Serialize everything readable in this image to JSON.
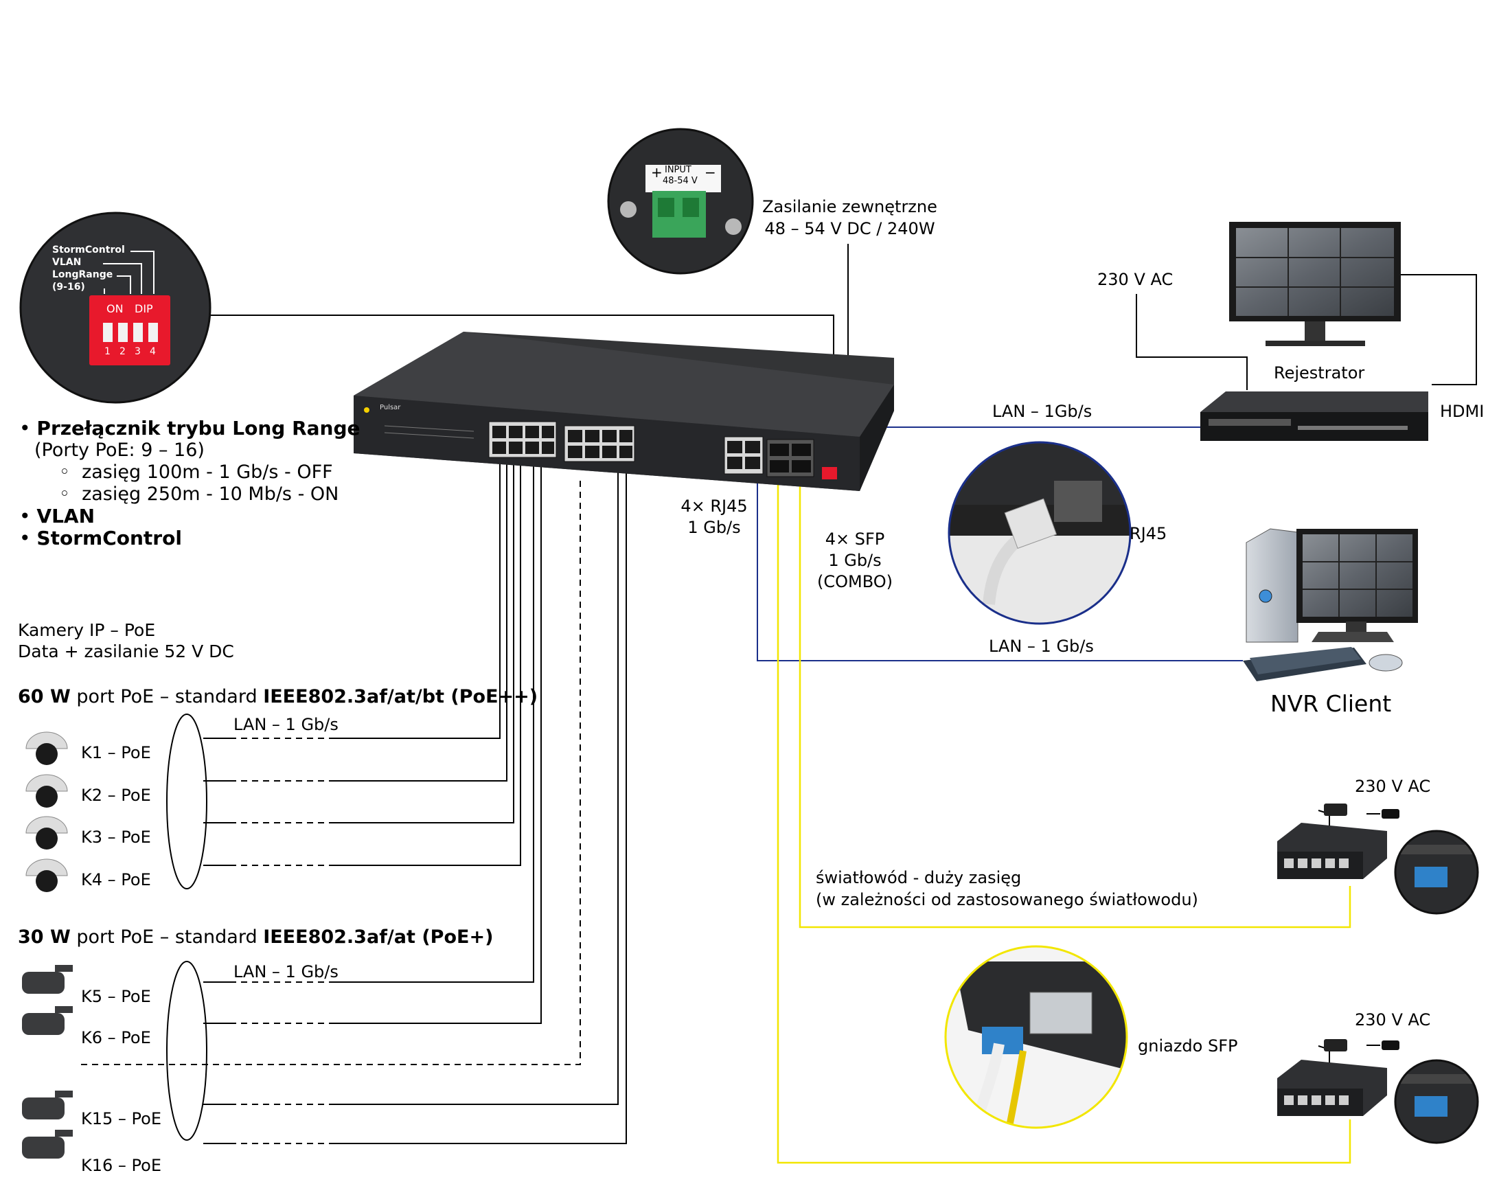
{
  "features": {
    "long_range_title": "Przełącznik trybu Long Range",
    "long_range_ports": "(Porty PoE: 9 – 16)",
    "range_off": "zasięg 100m - 1 Gb/s - OFF",
    "range_on": "zasięg 250m - 10 Mb/s - ON",
    "vlan": "VLAN",
    "storm": "StormControl"
  },
  "dip_inset": {
    "label_storm": "StormControl",
    "label_vlan": "VLAN",
    "label_longrange": "LongRange",
    "label_range": "(9-16)",
    "on": "ON",
    "dip": "DIP",
    "n1": "1",
    "n2": "2",
    "n3": "3",
    "n4": "4"
  },
  "power": {
    "title": "Zasilanie zewnętrzne",
    "spec": "48 – 54 V DC / 240W",
    "input_label": "INPUT",
    "input_range": "48-54 V",
    "plus": "+",
    "minus": "−"
  },
  "cameras_intro": {
    "line1": "Kamery IP – PoE",
    "line2": "Data + zasilanie 52 V DC"
  },
  "group60": {
    "watt": "60 W",
    "text": " port PoE – standard ",
    "std": "IEEE802.3af/at/bt (PoE++)",
    "lan": "LAN – 1 Gb/s",
    "cams": [
      "K1 – PoE",
      "K2 – PoE",
      "K3 – PoE",
      "K4 – PoE"
    ]
  },
  "group30": {
    "watt": "30 W",
    "text": " port PoE – standard ",
    "std": "IEEE802.3af/at (PoE+)",
    "lan": "LAN – 1 Gb/s",
    "cams": [
      "K5 – PoE",
      "K6 – PoE",
      "K15 – PoE",
      "K16 – PoE"
    ]
  },
  "ports": {
    "rj45_line1": "4× RJ45",
    "rj45_line2": "1 Gb/s",
    "sfp_line1": "4× SFP",
    "sfp_line2": "1 Gb/s",
    "sfp_line3": "(COMBO)",
    "rj45_inset": "RJ45",
    "sfp_slot": "gniazdo SFP"
  },
  "recorder": {
    "ac": "230 V AC",
    "label": "Rejestrator",
    "hdmi": "HDMI",
    "lan": "LAN – 1Gb/s"
  },
  "client": {
    "lan": "LAN – 1 Gb/s",
    "label": "NVR Client"
  },
  "fiber": {
    "line1": "światłowód - duży zasięg",
    "line2": "(w zależności od zastosowanego światłowodu)",
    "ac1": "230 V AC",
    "ac2": "230 V AC"
  },
  "brand": "Pulsar",
  "colors": {
    "fiber": "#f2e600",
    "lan_blue": "#1a2f8a",
    "device": "#2d2e30",
    "dip_red": "#e8192c",
    "terminal_green": "#3aa55a"
  }
}
